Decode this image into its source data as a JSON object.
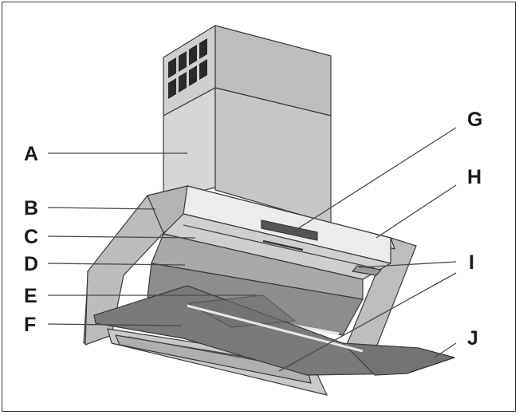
{
  "diagram": {
    "subject": "chimney-cooker-hood-parts",
    "callouts": {
      "A": "A",
      "B": "B",
      "C": "C",
      "D": "D",
      "E": "E",
      "F": "F",
      "G": "G",
      "H": "H",
      "I": "I",
      "J": "J"
    },
    "colors": {
      "metal_light": "#d9d9d9",
      "metal_mid": "#c4c4c4",
      "metal_dark": "#a6a6a6",
      "glass": "#8a8a8a",
      "glass_dark": "#6f6f6f",
      "control_panel": "#e9e9e9",
      "line": "#3a3a3a"
    }
  }
}
